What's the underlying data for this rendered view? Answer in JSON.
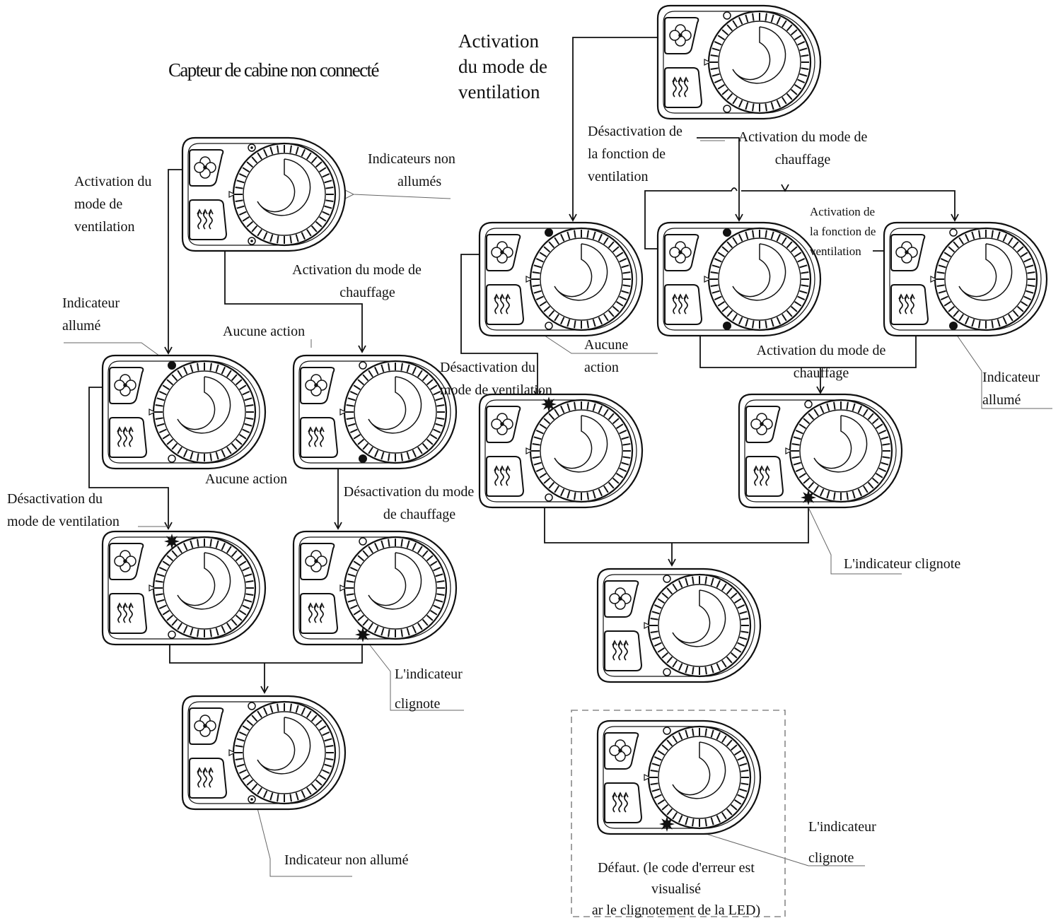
{
  "diagram": {
    "title_left": "Capteur de cabine non connecté",
    "title_right": [
      "Activation",
      "du mode de",
      "ventilation"
    ],
    "labels": {
      "indic_non_allumes": [
        "Indicateurs non",
        "allumés"
      ],
      "act_vent_left": [
        "Activation du",
        "mode de",
        "ventilation"
      ],
      "act_chauf_left": [
        "Activation du mode de",
        "chauffage"
      ],
      "indic_allume_left": [
        "Indicateur",
        "allumé"
      ],
      "aucune_action_top": "Aucune action",
      "aucune_action_mid": "Aucune action",
      "desact_vent_left": [
        "Désactivation du",
        "mode de ventilation"
      ],
      "desact_chauf_left": [
        "Désactivation du mode",
        "de chauffage"
      ],
      "clignote_left": [
        "L'indicateur",
        "clignote"
      ],
      "indic_non_allume_bottom": "Indicateur non allumé",
      "desact_fonc_vent_right": [
        "Désactivation de",
        "la fonction de",
        "ventilation"
      ],
      "act_chauf_right_top": [
        "Activation du mode de",
        "chauffage"
      ],
      "act_fonc_vent_right": [
        "Activation de",
        "la fonction de",
        "ventilation"
      ],
      "aucune_action_right": [
        "Aucune",
        "action"
      ],
      "desact_vent_right": [
        "Désactivation du",
        "mode de ventilation"
      ],
      "act_chauf_right_mid": [
        "Activation du mode de",
        "chauffage"
      ],
      "indic_allume_right": [
        "Indicateur",
        "allumé"
      ],
      "clignote_right_mid": "L'indicateur clignote",
      "clignote_right_bottom": [
        "L'indicateur",
        "clignote"
      ],
      "defaut": [
        "Défaut. (le code d'erreur est",
        "visualisé",
        "ar le clignotement de la LED)"
      ]
    }
  }
}
